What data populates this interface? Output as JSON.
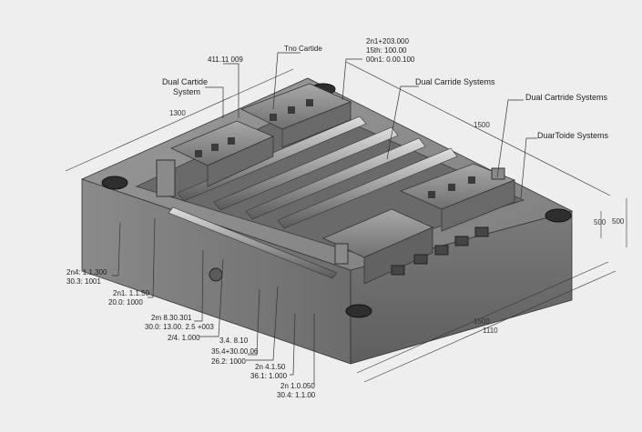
{
  "callouts": {
    "top_center_title": "Tno Cartide",
    "top_left_value": "411.11 009",
    "left_label_line1": "Dual Cartide",
    "left_label_line2": "System",
    "right_stack_1": "2n1+203.000",
    "right_stack_2": "15th: 100.00",
    "right_stack_3": "00n1: 0.00.100",
    "right_label_a": "Dual Carride Systems",
    "right_label_b": "Dual Cartride Systems",
    "right_label_c": "DuarToide Systems"
  },
  "left_notes": [
    {
      "line1": "2n4: 1.1.300",
      "line2": "30.3: 1001"
    },
    {
      "line1": "2n1. 1.1.50",
      "line2": "20.0: 1000"
    },
    {
      "line1": "2m 8.30.301",
      "line2": "30.0: 13.00. 2.5 +003"
    },
    {
      "line1": "",
      "line2": "2/4. 1.000"
    },
    {
      "line1": "3.4. 8.10",
      "line2": "35.4+30.00.06"
    },
    {
      "line1": "",
      "line2": "26.2: 1000"
    },
    {
      "line1": "2n 4.1.50",
      "line2": "36.1: 1.000"
    },
    {
      "line1": "2n 1.0.050",
      "line2": "30.4: 1.1.00"
    }
  ],
  "dimensions": {
    "top_left_edge": "1300",
    "top_right_edge": "1500",
    "right_height_1": "500",
    "right_height_2": "500",
    "bottom_edge_1": "1500",
    "bottom_edge_2": "1110"
  },
  "colors": {
    "background": "#eeeeee",
    "plate_top": "#8c8c8c",
    "plate_side_front": "#6f6f6f",
    "plate_side_left": "#7d7d7d",
    "ink": "#222222"
  }
}
